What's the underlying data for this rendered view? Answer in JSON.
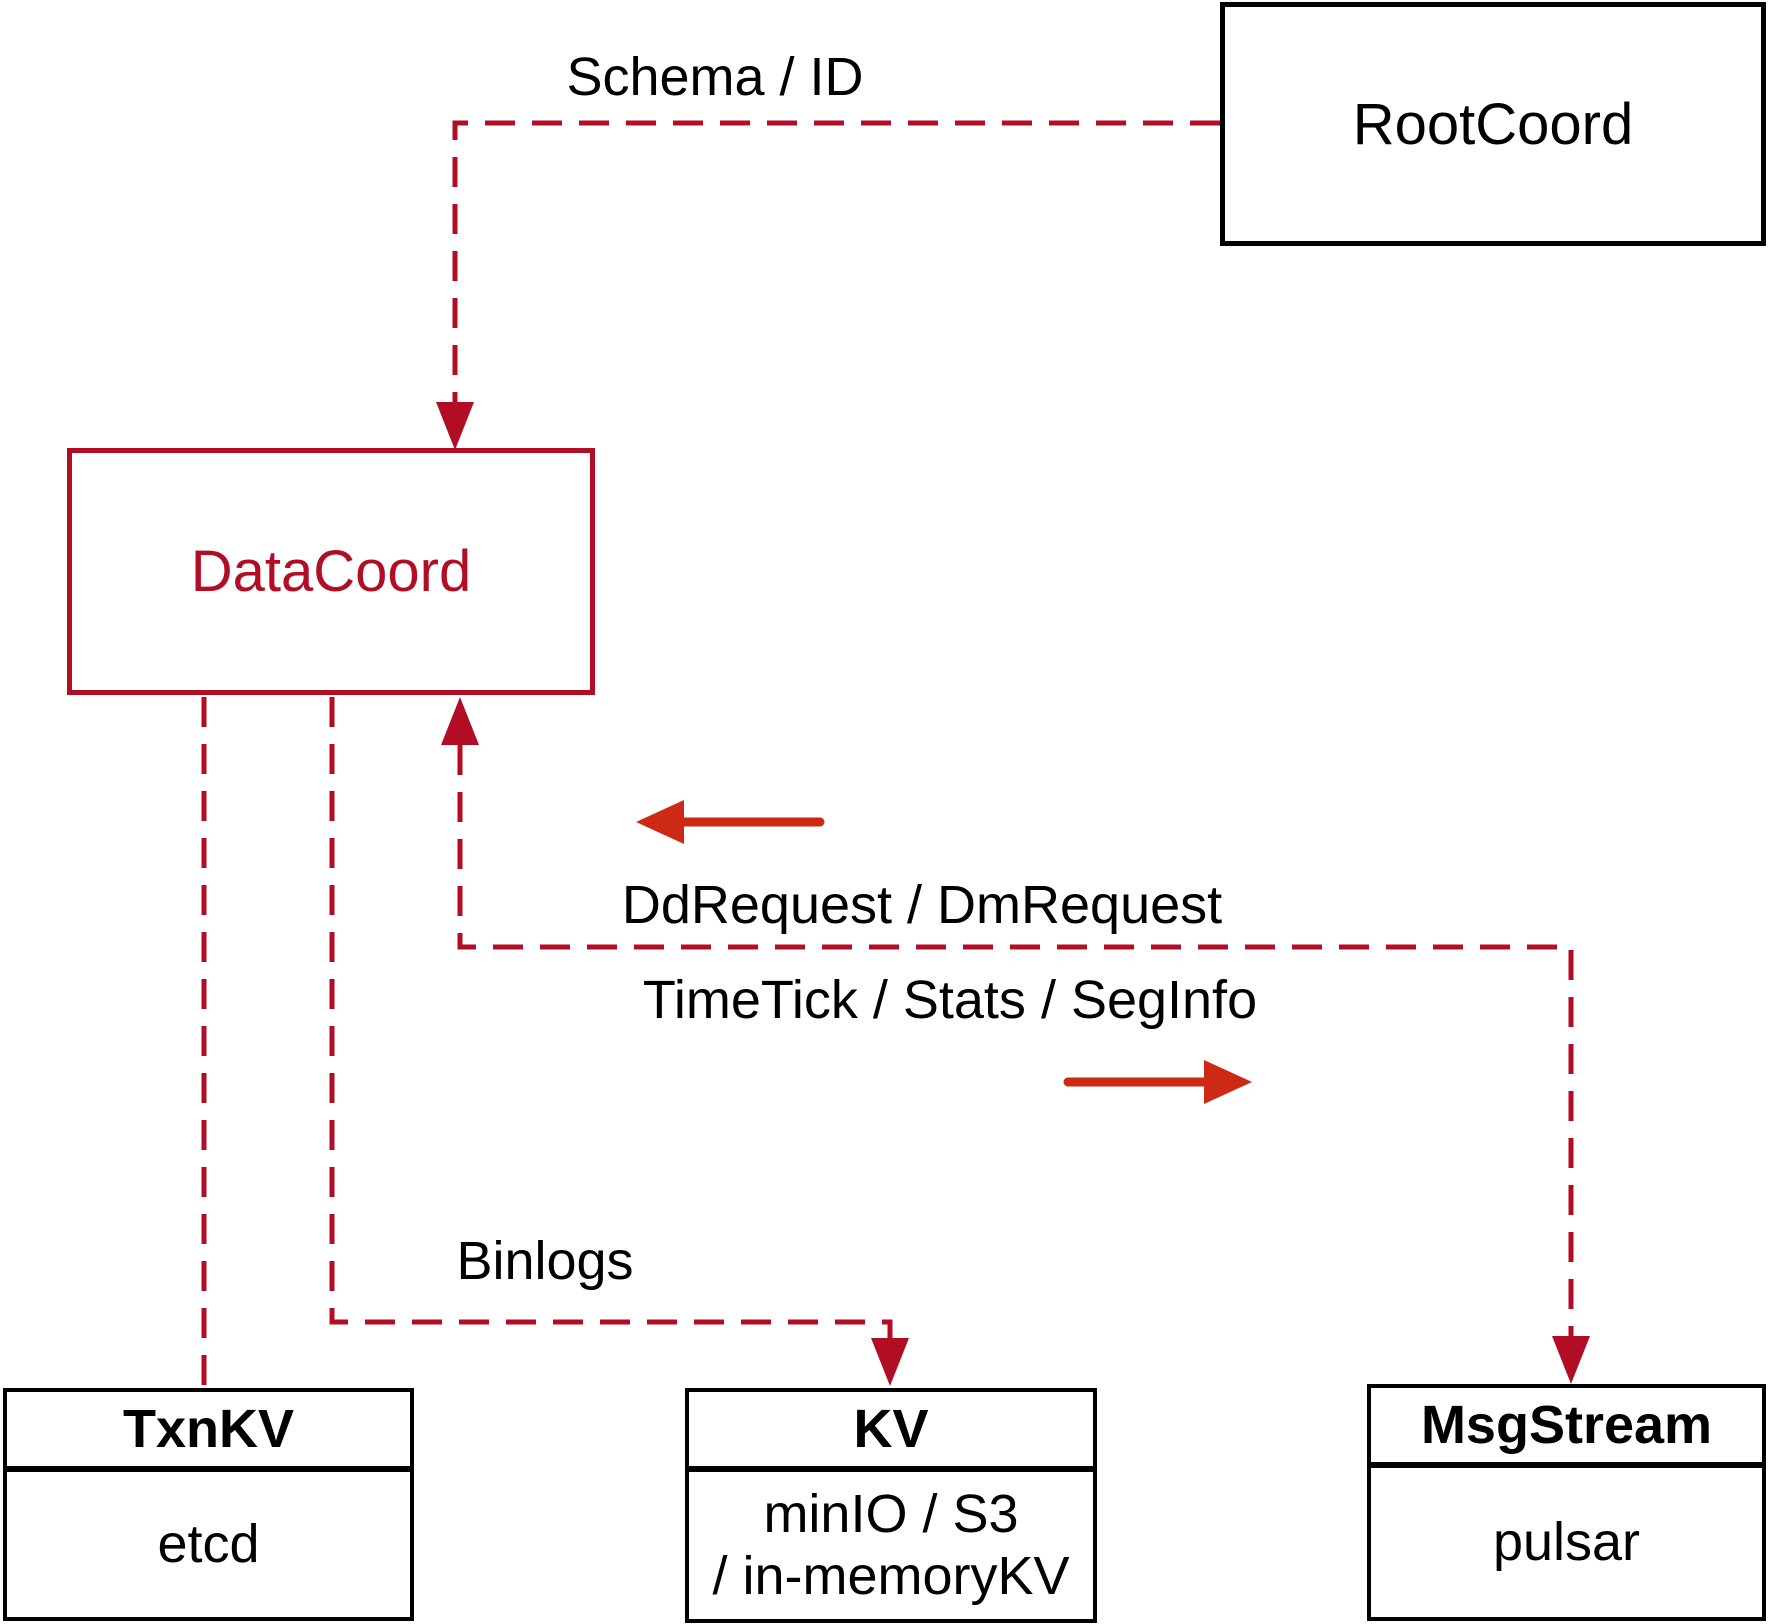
{
  "nodes": {
    "rootcoord": {
      "label": "RootCoord"
    },
    "datacoord": {
      "label": "DataCoord"
    },
    "txnkv": {
      "title": "TxnKV",
      "body": "etcd"
    },
    "kv": {
      "title": "KV",
      "body_line1": "minIO / S3",
      "body_line2": "/ in-memoryKV"
    },
    "msgstream": {
      "title": "MsgStream",
      "body": "pulsar"
    }
  },
  "edges": {
    "schema_label": "Schema / ID",
    "ddrequest_label": "DdRequest / DmRequest",
    "timetick_label": "TimeTick / Stats / SegInfo",
    "binlogs_label": "Binlogs"
  },
  "colors": {
    "dashed_red": "#B10E26",
    "solid_red": "#CE2914",
    "black": "#000000"
  }
}
